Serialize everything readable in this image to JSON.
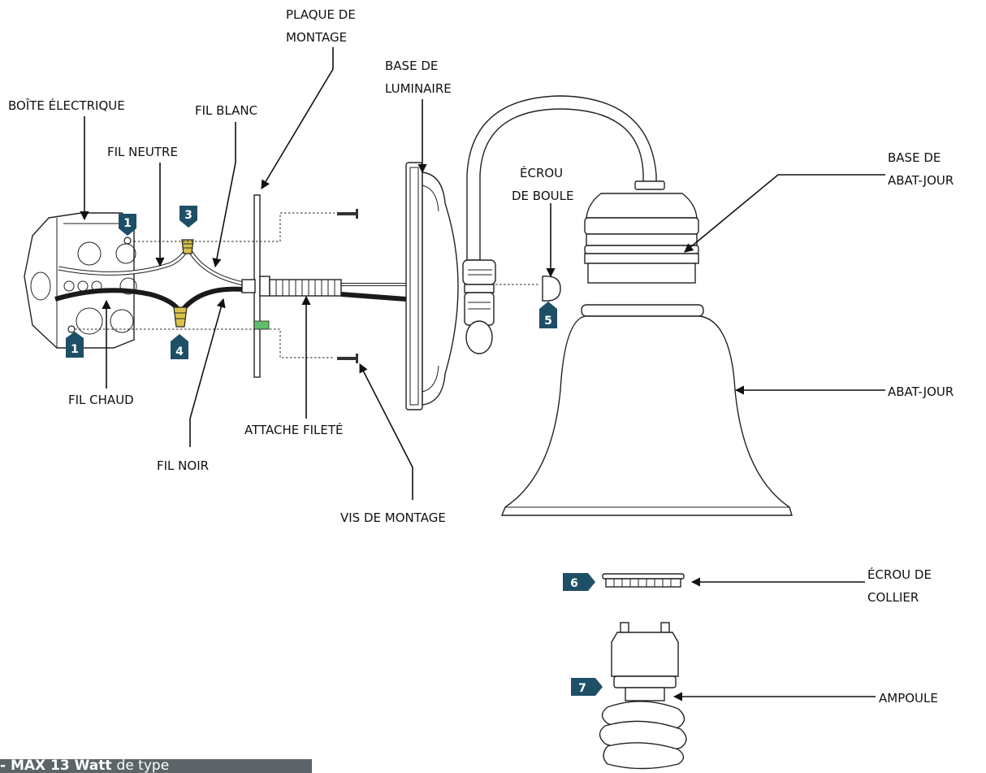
{
  "labels": {
    "plaque_line1": "PLAQUE DE",
    "plaque_line2": "MONTAGE",
    "base_lum_line1": "BASE DE",
    "base_lum_line2": "LUMINAIRE",
    "boite": "BOÎTE ÉLECTRIQUE",
    "fil_blanc": "FIL BLANC",
    "fil_neutre": "FIL NEUTRE",
    "ecrou_boule_line1": "ÉCROU",
    "ecrou_boule_line2": "DE BOULE",
    "base_abat_line1": "BASE DE",
    "base_abat_line2": "ABAT-JOUR",
    "fil_chaud": "FIL CHAUD",
    "attache": "ATTACHE FILETÉ",
    "abat_jour": "ABAT-JOUR",
    "fil_noir": "FIL NOIR",
    "vis": "VIS DE MONTAGE",
    "ecrou_collier_line1": "ÉCROU DE",
    "ecrou_collier_line2": "COLLIER",
    "ampoule": "AMPOULE"
  },
  "badges": {
    "step1_top": "1",
    "step1_bottom": "1",
    "step3": "3",
    "step4": "4",
    "step5": "5",
    "step6": "6",
    "step7": "7"
  },
  "note": {
    "prefix": "- MAX 13 Watt",
    "suffix": "de type"
  },
  "colors": {
    "badge": "#1d4f66",
    "wire_black": "#1a1a1a",
    "wire_nut": "#d8c24a",
    "note_bg": "#5c6468"
  }
}
